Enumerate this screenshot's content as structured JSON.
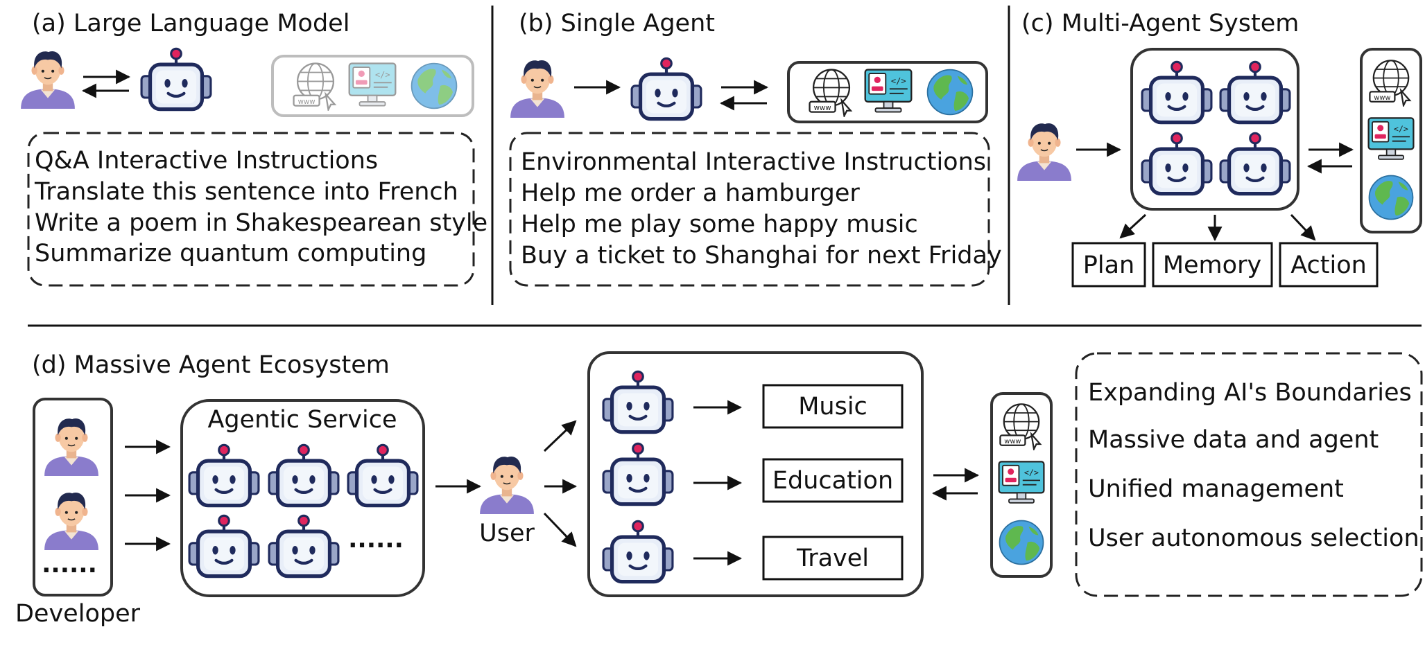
{
  "panels": {
    "a": {
      "title": "(a) Large Language Model",
      "header": "Q&A Interactive Instructions",
      "items": [
        "Translate this sentence into French",
        "Write a poem in Shakespearean style",
        "Summarize quantum computing"
      ]
    },
    "b": {
      "title": "(b) Single Agent",
      "header": "Environmental Interactive Instructions",
      "items": [
        "Help me order a hamburger",
        "Help me play some happy music",
        "Buy a ticket to Shanghai for next Friday"
      ]
    },
    "c": {
      "title": "(c) Multi-Agent System",
      "plan": "Plan",
      "memory": "Memory",
      "action": "Action"
    },
    "d": {
      "title": "(d) Massive Agent Ecosystem",
      "service_label": "Agentic Service",
      "developer_label": "Developer",
      "user_label": "User",
      "dev_more": "......",
      "service_more": "......",
      "services": [
        "Music",
        "Education",
        "Travel"
      ],
      "boundaries_header": "Expanding AI's Boundaries",
      "boundaries": [
        "Massive data and agent",
        "Unified management",
        "User autonomous selection"
      ]
    }
  },
  "colors": {
    "robot_face": "#e8eef8",
    "robot_outline": "#1f2a5c",
    "robot_antenna": "#e0245e",
    "person_shirt": "#8a7ccc",
    "person_skin": "#f7c9a4",
    "person_hair": "#222a4f",
    "globe_ocean": "#4aa3df",
    "globe_land": "#5fb84f",
    "monitor_screen": "#4fc3dc"
  },
  "icons": [
    "person-icon",
    "robot-icon",
    "web-globe-icon",
    "monitor-code-icon",
    "earth-icon"
  ]
}
